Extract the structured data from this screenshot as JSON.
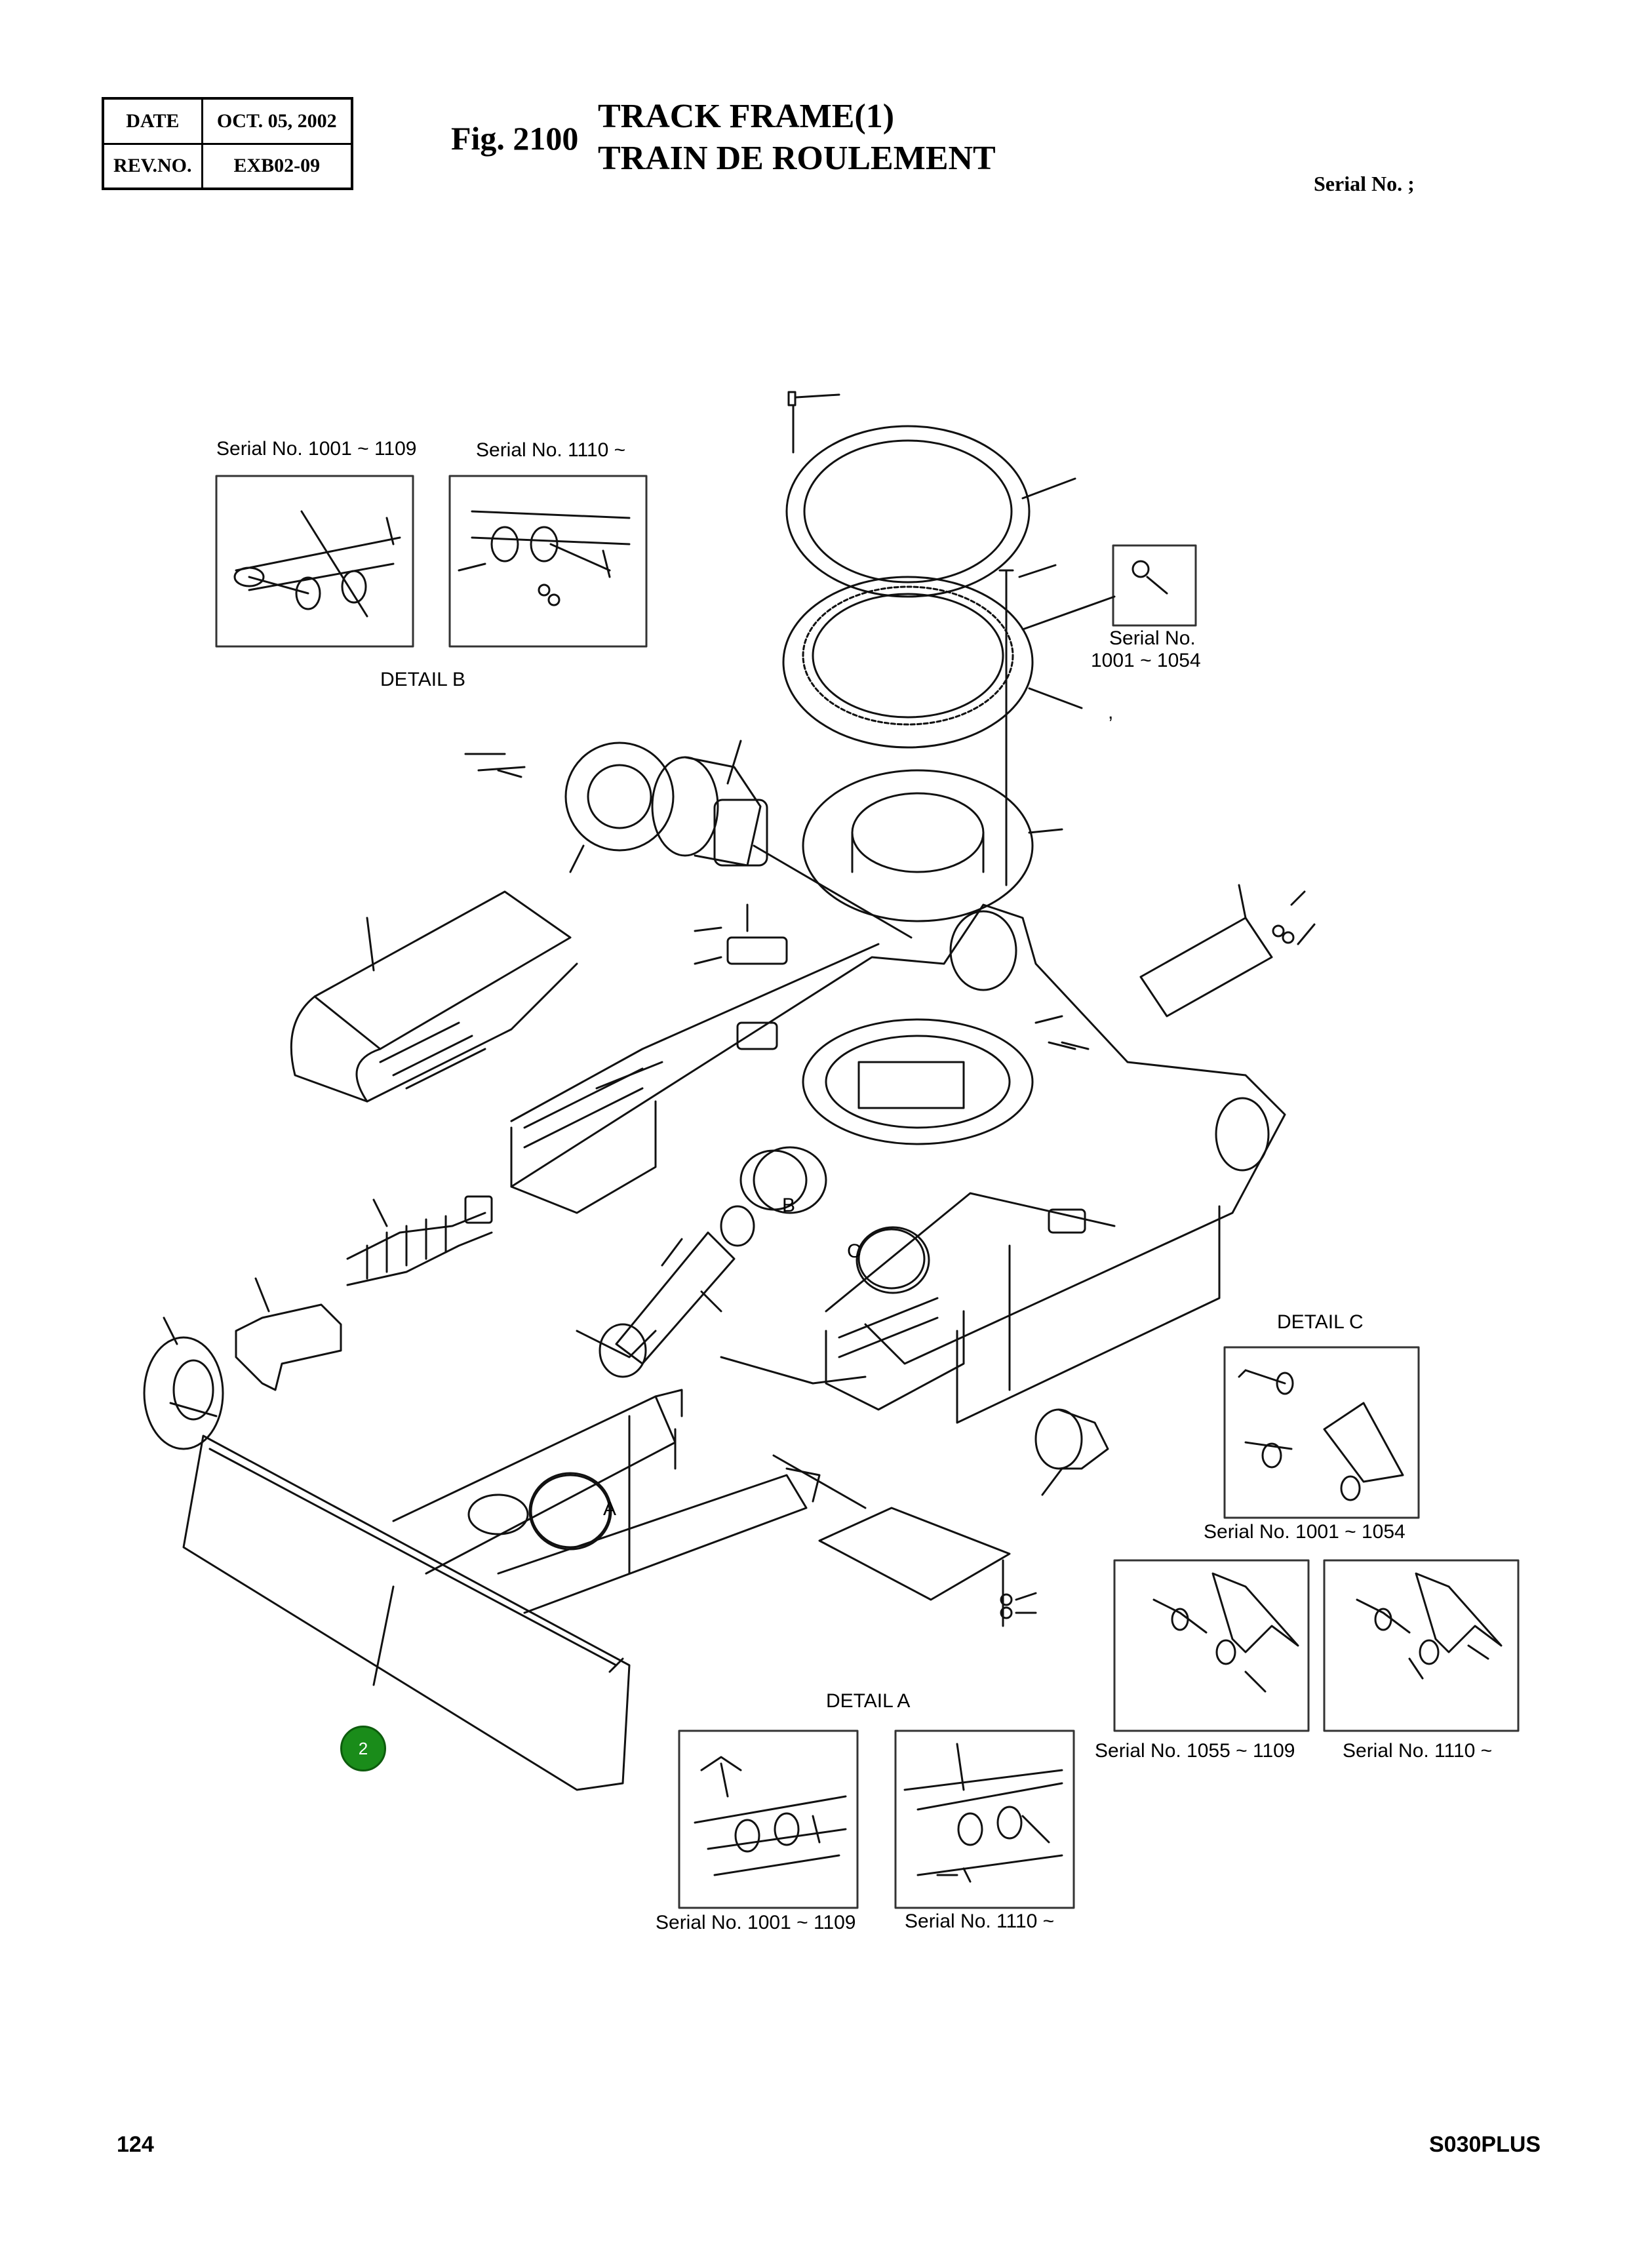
{
  "header": {
    "date_label": "DATE",
    "date_value": "OCT. 05, 2002",
    "rev_label": "REV.NO.",
    "rev_value": "EXB02-09",
    "fig_label": "Fig. 2100",
    "title_en": "TRACK FRAME(1)",
    "title_fr": "TRAIN DE ROULEMENT",
    "serial_label": "Serial No. ;"
  },
  "labels": {
    "detail_b": "DETAIL  B",
    "detail_b_left_serial": "Serial No. 1001 ~ 1109",
    "detail_b_right_serial": "Serial No. 1110 ~",
    "turntable_serial_1": "Serial No.",
    "turntable_serial_2": "1001 ~ 1054",
    "comma_mark": ",",
    "marker_b": "B",
    "marker_c": "C",
    "marker_a": "A",
    "detail_c": "DETAIL  C",
    "detail_c_serial": "Serial No.   1001 ~ 1054",
    "detail_c_left_serial": "Serial No. 1055 ~ 1109",
    "detail_c_right_serial": "Serial No. 1110 ~",
    "detail_a": "DETAIL  A",
    "detail_a_left_serial": "Serial No. 1001 ~ 1109",
    "detail_a_right_serial": "Serial No. 1110 ~"
  },
  "callouts": [
    {
      "number": "2"
    }
  ],
  "footer": {
    "page_number": "124",
    "model": "S030PLUS"
  }
}
